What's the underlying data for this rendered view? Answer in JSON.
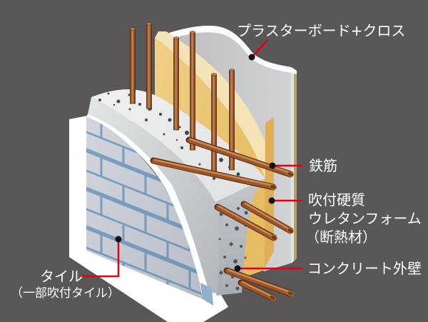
{
  "diagram": {
    "description": "Isometric cutaway diagram of an exterior wall construction showing material layers",
    "labels": {
      "plasterboard": "プラスターボード+クロス",
      "rebar": "鉄筋",
      "insulation_line1": "吹付硬質",
      "insulation_line2": "ウレタンフォーム",
      "insulation_line3": "（断熱材）",
      "concrete": "コンクリート外壁",
      "tile": "タイル",
      "tile_note": "（一部吹付タイル）"
    },
    "colors": {
      "background": "#595757",
      "leader_red": "#e60012",
      "text": "#ffffff",
      "backdrop_white": "#ffffff",
      "tile_face": "#d3d6de",
      "tile_joint": "#7ba2c2",
      "tile_end_cap": "#8fb2c8",
      "tile_cut_edge": "#ffffff",
      "concrete_top": "#e9ebe9",
      "concrete_side": "#b7bbbf",
      "concrete_speckle": "#3d4c59",
      "foam_face": "#ecc878",
      "foam_cut_surface": "#f4e3b7",
      "foam_side": "#dfae55",
      "board_face": "#c7c8ca",
      "board_edge": "#e3e4e6",
      "board_cloth_edge": "#b3a16c",
      "rebar_body": "#9c5429",
      "rebar_dark": "#5d2d12",
      "rebar_light": "#c68c55"
    }
  }
}
